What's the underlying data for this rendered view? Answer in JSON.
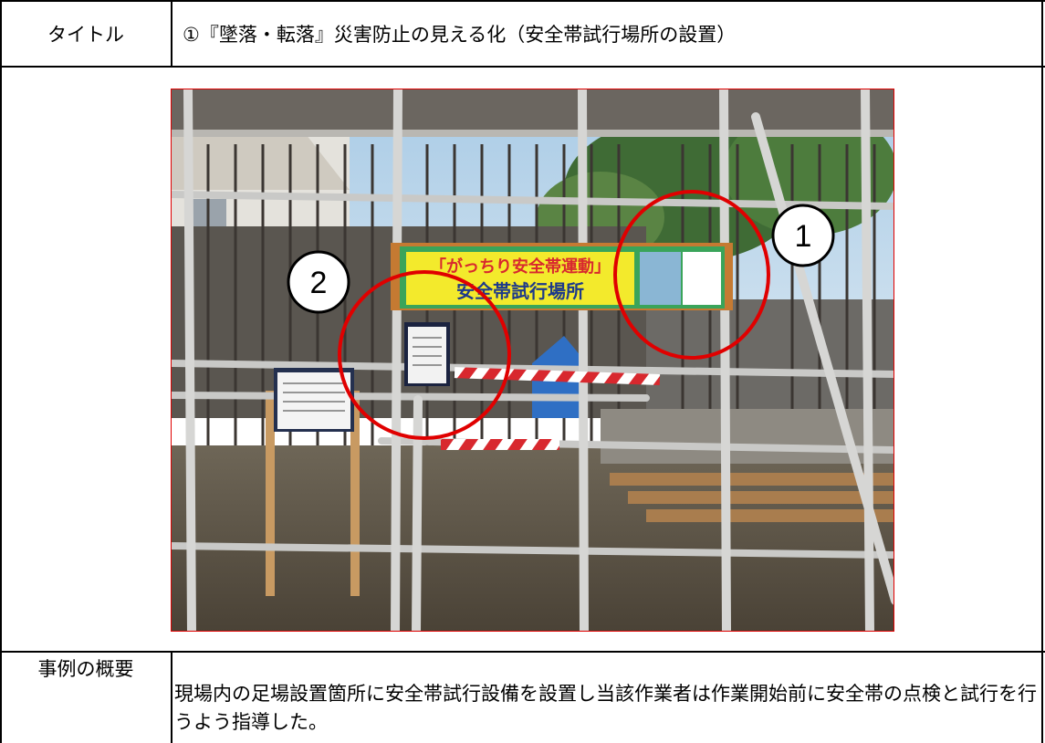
{
  "header": {
    "title_label": "タイトル",
    "title_value": "①『墜落・転落』災害防止の見える化（安全帯試行場所の設置）"
  },
  "photo": {
    "banner_line1": "「がっちり安全帯運動」",
    "banner_line2": "安全帯試行場所",
    "callout_1": "1",
    "callout_2": "2",
    "colors": {
      "highlight_circle": "#e00000",
      "banner_bg": "#f3ea2c",
      "banner_frame": "#3aa45a"
    }
  },
  "summary": {
    "label": "事例の概要",
    "text": "現場内の足場設置箇所に安全帯試行設備を設置し当該作業者は作業開始前に安全帯の点検と試行を行うよう指導した。"
  }
}
